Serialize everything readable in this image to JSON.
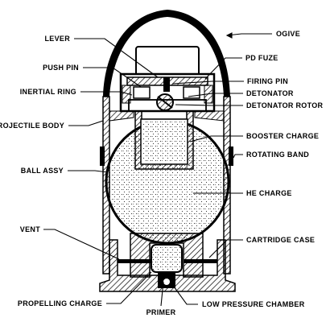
{
  "diagram": {
    "labels": {
      "ogive": "OGIVE",
      "lever": "LEVER",
      "pd_fuze": "PD FUZE",
      "push_pin": "PUSH PIN",
      "firing_pin": "FIRING PIN",
      "inertial_ring": "INERTIAL RING",
      "detonator": "DETONATOR",
      "detonator_rotor": "DETONATOR ROTOR",
      "projectile_body": "PROJECTILE BODY",
      "booster_charge": "BOOSTER CHARGE",
      "rotating_band": "ROTATING BAND",
      "ball_assy": "BALL ASSY",
      "he_charge": "HE CHARGE",
      "vent": "VENT",
      "cartridge_case": "CARTRIDGE CASE",
      "propelling_charge": "PROPELLING CHARGE",
      "primer": "PRIMER",
      "low_pressure_chamber": "LOW PRESSURE CHAMBER"
    },
    "colors": {
      "ink": "#000000",
      "paper": "#ffffff"
    }
  }
}
